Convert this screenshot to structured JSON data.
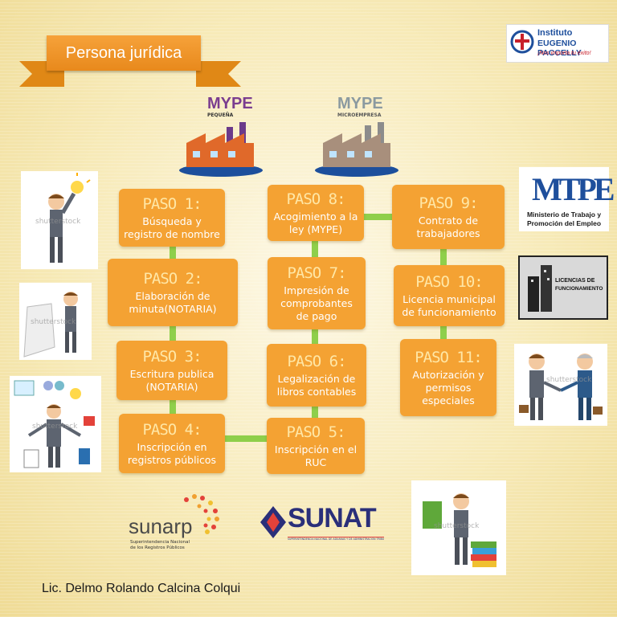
{
  "banner": {
    "title": "Persona jurídica"
  },
  "institute": {
    "line1": "Instituto",
    "line2": "EUGENIO PACCELLY",
    "tagline": "¡Nos importa tu éxito!"
  },
  "mype": [
    {
      "brand": "MYPE",
      "sub": "PEQUEÑA"
    },
    {
      "brand": "MYPE",
      "sub": "MICROEMPRESA"
    }
  ],
  "steps": [
    {
      "label": "PASO 1:",
      "desc": [
        "Búsqueda y",
        "registro de nombre"
      ]
    },
    {
      "label": "PASO 2:",
      "desc": [
        "Elaboración de",
        "minuta(NOTARIA)"
      ]
    },
    {
      "label": "PASO 3:",
      "desc": [
        "Escritura publica",
        "(NOTARIA)"
      ]
    },
    {
      "label": "PASO 4:",
      "desc": [
        "Inscripción en",
        "registros públicos"
      ]
    },
    {
      "label": "PASO 5:",
      "desc": [
        "Inscripción en el",
        "RUC"
      ]
    },
    {
      "label": "PASO 6:",
      "desc": [
        "Legalización de",
        "libros contables"
      ]
    },
    {
      "label": "PASO 7:",
      "desc": [
        "Impresión de",
        "comprobantes",
        "de pago"
      ]
    },
    {
      "label": "PASO 8:",
      "desc": [
        "Acogimiento a la",
        "ley (MYPE)"
      ]
    },
    {
      "label": "PASO 9:",
      "desc": [
        "Contrato de",
        "trabajadores"
      ]
    },
    {
      "label": "PASO 10:",
      "desc": [
        "Licencia municipal",
        "de funcionamiento"
      ]
    },
    {
      "label": "PASO 11:",
      "desc": [
        "Autorización y",
        "permisos",
        "especiales"
      ]
    }
  ],
  "ministerio": {
    "line1": "Ministerio de Trabajo y",
    "line2": "Promoción del Empleo"
  },
  "licencias": {
    "line1": "LICENCIAS DE",
    "line2": "FUNCIONAMIENTO"
  },
  "sunarp": {
    "name": "sunarp",
    "sub1": "Superintendencia Nacional",
    "sub2": "de los Registros Públicos"
  },
  "sunat": {
    "name": "SUNAT",
    "sub": "SUPERINTENDENCIA NACIONAL DE ADUANAS Y DE ADMINISTRACIÓN TRIBUTARIA"
  },
  "watermark": "shutterstock",
  "footer": {
    "author": "Lic. Delmo Rolando Calcina Colqui"
  },
  "colors": {
    "box": "#f4a233",
    "connector": "#8fcf4b",
    "banner": "#f39a2c"
  }
}
